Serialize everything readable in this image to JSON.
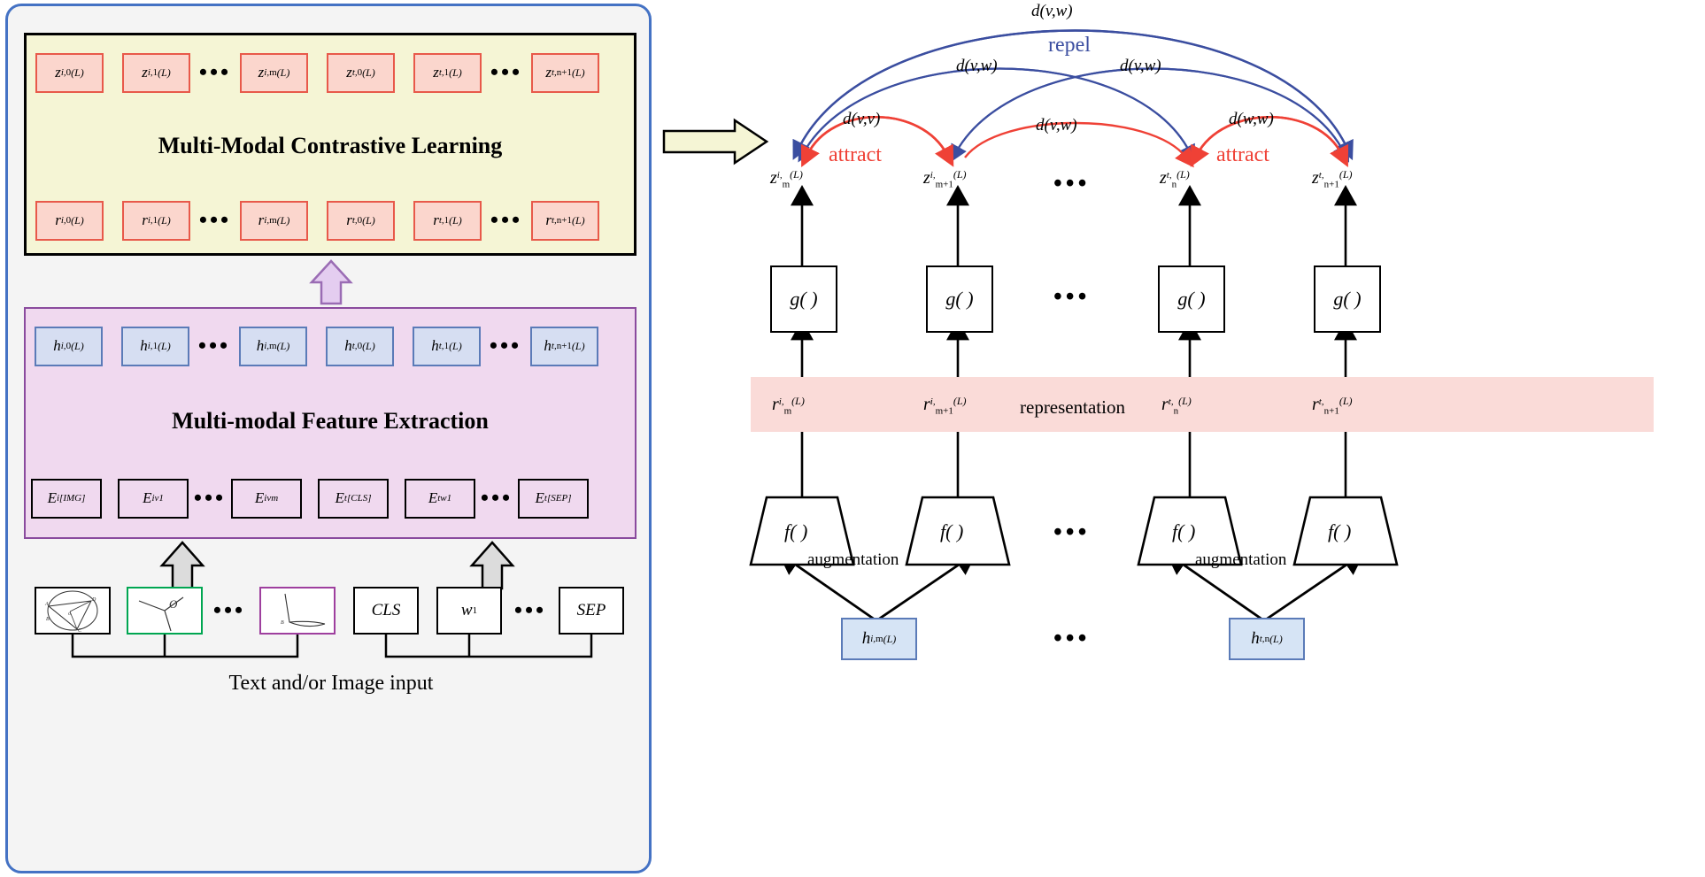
{
  "left_panel": {
    "contrastive_block": {
      "title": "Multi-Modal Contrastive Learning",
      "bg_color": "#f5f5d5",
      "top_row": [
        {
          "base": "z",
          "sup": "i,",
          "sub": "0",
          "par": "(L)"
        },
        {
          "base": "z",
          "sup": "i,",
          "sub": "1",
          "par": "(L)"
        },
        {
          "dots": "•••"
        },
        {
          "base": "z",
          "sup": "i,",
          "sub": "m",
          "par": "(L)"
        },
        {
          "base": "z",
          "sup": "t,",
          "sub": "0",
          "par": "(L)"
        },
        {
          "base": "z",
          "sup": "t,",
          "sub": "1",
          "par": "(L)"
        },
        {
          "dots": "•••"
        },
        {
          "base": "z",
          "sup": "t,",
          "sub": "n+1",
          "par": "(L)"
        }
      ],
      "bottom_row": [
        {
          "base": "r",
          "sup": "i,",
          "sub": "0",
          "par": "(L)"
        },
        {
          "base": "r",
          "sup": "i,",
          "sub": "1",
          "par": "(L)"
        },
        {
          "dots": "•••"
        },
        {
          "base": "r",
          "sup": "i,",
          "sub": "m",
          "par": "(L)"
        },
        {
          "base": "r",
          "sup": "t,",
          "sub": "0",
          "par": "(L)"
        },
        {
          "base": "r",
          "sup": "t,",
          "sub": "1",
          "par": "(L)"
        },
        {
          "dots": "•••"
        },
        {
          "base": "r",
          "sup": "t,",
          "sub": "n+1",
          "par": "(L)"
        }
      ]
    },
    "feature_block": {
      "title": "Multi-modal Feature Extraction",
      "bg_color": "#f0d9ef",
      "top_row": [
        {
          "base": "h",
          "sup": "i,",
          "sub": "0",
          "par": "(L)"
        },
        {
          "base": "h",
          "sup": "i,",
          "sub": "1",
          "par": "(L)"
        },
        {
          "dots": "•••"
        },
        {
          "base": "h",
          "sup": "i,",
          "sub": "m",
          "par": "(L)"
        },
        {
          "base": "h",
          "sup": "t,",
          "sub": "0",
          "par": "(L)"
        },
        {
          "base": "h",
          "sup": "t,",
          "sub": "1",
          "par": "(L)"
        },
        {
          "dots": "•••"
        },
        {
          "base": "h",
          "sup": "t,",
          "sub": "n+1",
          "par": "(L)"
        }
      ],
      "embedding_row": [
        {
          "base": "E",
          "sup": "i",
          "sub": "[IMG]"
        },
        {
          "base": "E",
          "sup": "i",
          "sub": "v1"
        },
        {
          "dots": "•••"
        },
        {
          "base": "E",
          "sup": "i",
          "sub": "vm"
        },
        {
          "base": "E",
          "sup": "t",
          "sub": "[CLS]"
        },
        {
          "base": "E",
          "sup": "t",
          "sub": "w1"
        },
        {
          "dots": "•••"
        },
        {
          "base": "E",
          "sup": "t",
          "sub": "[SEP]"
        }
      ]
    },
    "inputs": {
      "image_tokens": [
        {
          "kind": "sketch-circle",
          "border": "#000000"
        },
        {
          "kind": "sketch-angle",
          "border": "#00a651",
          "label": "O"
        },
        {
          "kind": "dots",
          "text": "•••"
        },
        {
          "kind": "sketch-curve",
          "border": "#9e3f9e"
        }
      ],
      "text_tokens": [
        {
          "label": "CLS"
        },
        {
          "label": "w1",
          "base": "w",
          "sub": "1"
        },
        {
          "kind": "dots",
          "text": "•••"
        },
        {
          "label": "SEP"
        }
      ],
      "caption": "Text and/or Image input"
    },
    "arrow_colors": {
      "purple": "#c9a0dc",
      "gray": "#d9d9d9"
    }
  },
  "transition_arrow": {
    "fill": "#f5f5d5",
    "stroke": "#000000"
  },
  "right_panel": {
    "repel_label": "repel",
    "attract_label": "attract",
    "representation_label": "representation",
    "augmentation_label": "augmentation",
    "repel_color": "#3b4ea0",
    "attract_color": "#ef4136",
    "rep_band_color": "#fadbd8",
    "distance_labels": {
      "outer_top": "d(v,w)",
      "inner_left": "d(v,w)",
      "inner_right": "d(v,w)",
      "attract_left": "d(v,v)",
      "middle": "d(v,w)",
      "attract_right": "d(w,w)"
    },
    "z_nodes": [
      {
        "base": "z",
        "sup": "i,",
        "sub": "m",
        "par": "(L)"
      },
      {
        "base": "z",
        "sup": "i,",
        "sub": "m+1",
        "par": "(L)"
      },
      {
        "base": "z",
        "sup": "t,",
        "sub": "n",
        "par": "(L)"
      },
      {
        "base": "z",
        "sup": "t,",
        "sub": "n+1",
        "par": "(L)"
      }
    ],
    "g_label": "g( )",
    "f_label": "f( )",
    "r_nodes": [
      {
        "base": "r",
        "sup": "i,",
        "sub": "m",
        "par": "(L)"
      },
      {
        "base": "r",
        "sup": "i,",
        "sub": "m+1",
        "par": "(L)"
      },
      {
        "base": "r",
        "sup": "t,",
        "sub": "n",
        "par": "(L)"
      },
      {
        "base": "r",
        "sup": "t,",
        "sub": "n+1",
        "par": "(L)"
      }
    ],
    "h_nodes": [
      {
        "base": "h",
        "sup": "i,",
        "sub": "m",
        "par": "(L)"
      },
      {
        "base": "h",
        "sup": "t,",
        "sub": "n",
        "par": "(L)"
      }
    ],
    "ellipsis": "•••"
  }
}
